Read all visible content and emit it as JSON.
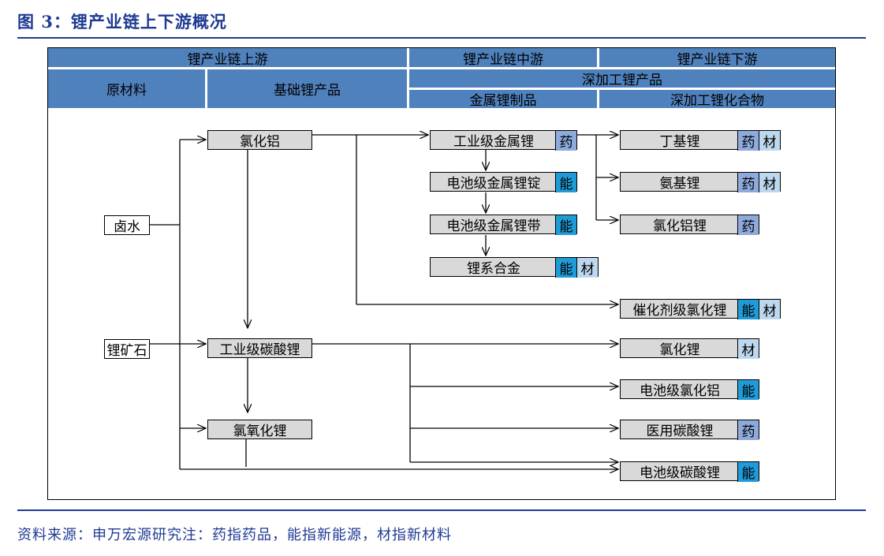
{
  "figure_title": "图 3：锂产业链上下游概况",
  "header": {
    "upstream": "锂产业链上游",
    "midstream": "锂产业链中游",
    "downstream": "锂产业链下游",
    "raw_materials": "原材料",
    "basic_products": "基础锂产品",
    "deep_processing": "深加工锂产品",
    "metal_products": "金属锂制品",
    "deep_compounds": "深加工锂化合物"
  },
  "raw": {
    "brine": "卤水",
    "ore": "锂矿石"
  },
  "basic": {
    "licl": "氯化铝",
    "li2co3": "工业级碳酸锂",
    "lioh": "氯氧化锂"
  },
  "metal": {
    "industrial_li": "工业级金属锂",
    "battery_ingot": "电池级金属锂锭",
    "battery_strip": "电池级金属锂带",
    "alloy": "锂系合金"
  },
  "compounds": {
    "butyl": "丁基锂",
    "amino": "氨基锂",
    "lialcl": "氯化铝锂",
    "catalyst": "催化剂级氯化锂",
    "lif": "氯化锂",
    "battery_licl": "电池级氯化铝",
    "medical": "医用碳酸锂",
    "battery_li2co3": "电池级碳酸锂"
  },
  "tags": {
    "yao": "药",
    "neng": "能",
    "cai": "材"
  },
  "footer": "资料来源：申万宏源研究注：药指药品，能指新能源，材指新材料",
  "colors": {
    "title": "#1F3A93",
    "header_fill": "#4F81BD",
    "box_fill": "#D9D9D9",
    "tag_yao": "#8EA9DB",
    "tag_neng": "#1F9BD7",
    "tag_cai": "#BDD7EE"
  }
}
